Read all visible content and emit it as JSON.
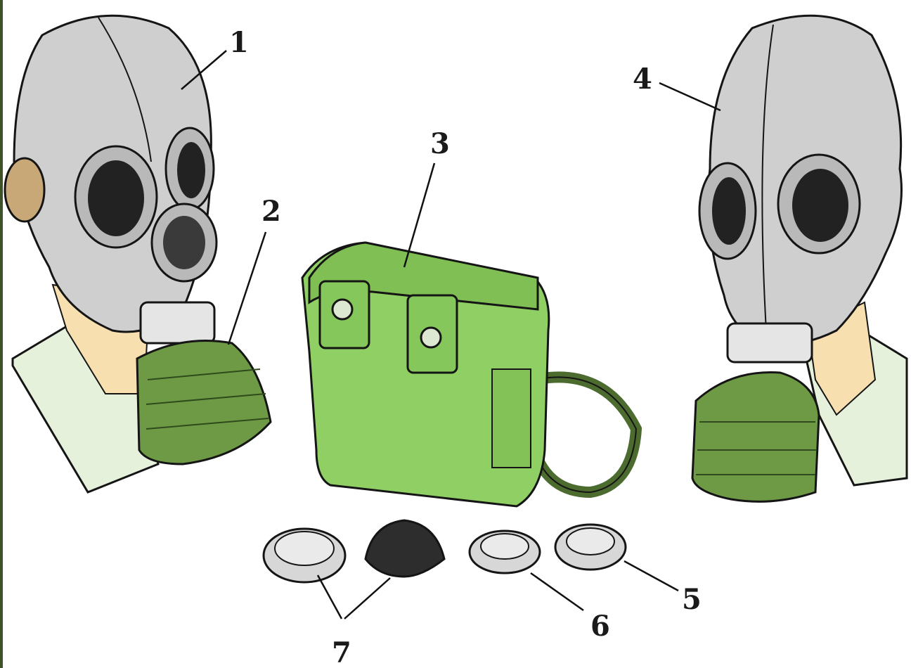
{
  "callouts": {
    "c1": "1",
    "c2": "2",
    "c3": "3",
    "c4": "4",
    "c5": "5",
    "c6": "6",
    "c7": "7"
  },
  "colors": {
    "mask_rubber": "#cfcfcf",
    "mask_shadow": "#9d9d9d",
    "canister_green": "#6f9a45",
    "bag_green": "#8fcf63",
    "skin": "#f7dfb0",
    "shirt": "#e6f1dc",
    "ink": "#151515",
    "left_border": "#3e5227"
  },
  "parts": [
    {
      "id": "mask-side",
      "icon": "gas-mask-side-view"
    },
    {
      "id": "filter-canister",
      "icon": "filter-canister"
    },
    {
      "id": "carrying-bag",
      "icon": "gas-mask-bag"
    },
    {
      "id": "mask-front",
      "icon": "gas-mask-front-view"
    },
    {
      "id": "insulating-inserts",
      "icon": "anti-fog-film-box"
    }
  ]
}
